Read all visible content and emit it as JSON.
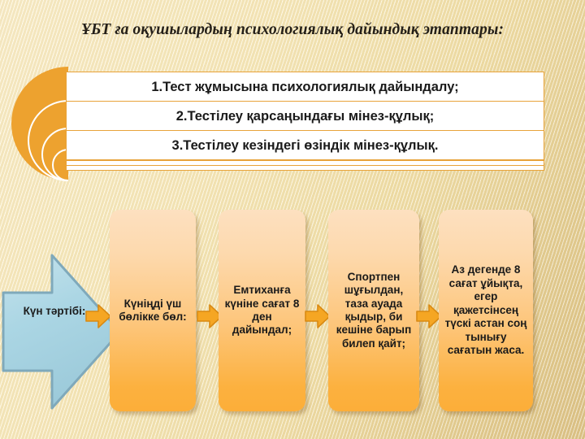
{
  "slide": {
    "title": "ҰБТ ға оқушылардың психологиялық дайындық этаптары:",
    "colors": {
      "background_light": "#fdf3d2",
      "background_dark": "#ddc489",
      "accent_orange": "#e8a33a",
      "box_top": "#fde0c0",
      "box_bottom": "#fcae39",
      "arrow_blue": "#aad5e3",
      "arrow_blue_border": "#7fa9bb",
      "text_dark": "#1a1a1a"
    }
  },
  "stages_table": {
    "rows": [
      "1.Тест жұмысына психологиялық дайындалу;",
      "2.Тестілеу қарсаңындағы  мінез-құлық;",
      "3.Тестілеу кезіндегі өзіндік мінез-құлық."
    ]
  },
  "decoration": {
    "name": "concentric-semicircles"
  },
  "flow": {
    "lead_label": "Күн тәртібі:",
    "steps": [
      "Күніңді үш бөлікке бөл:",
      "Емтиханға күніне сағат 8 ден дайындал;",
      "Спортпен шұғылдан, таза ауада қыдыр, би кешіне барып билеп қайт;",
      "Аз дегенде 8 сағат ұйықта, егер қажетсінсең түскі астан соң тынығу сағатын жаса."
    ]
  }
}
